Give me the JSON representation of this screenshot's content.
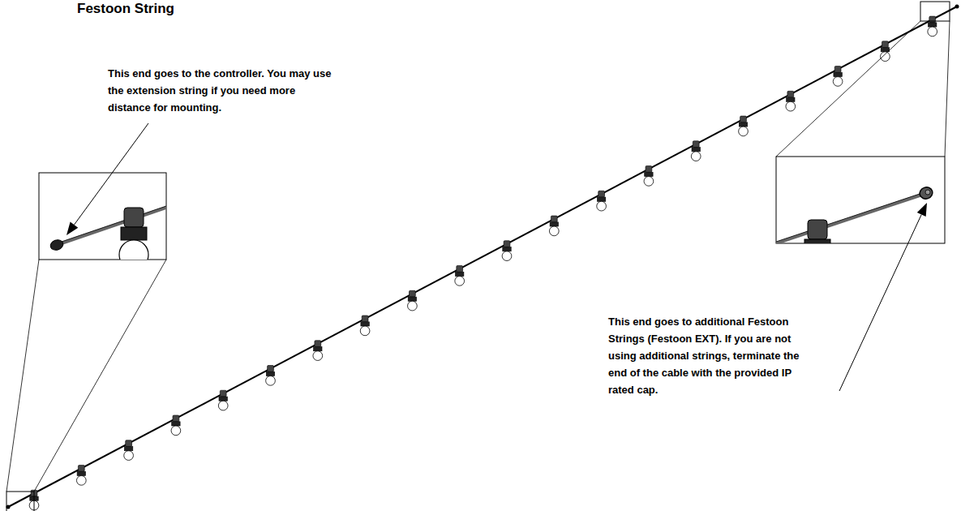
{
  "diagram": {
    "title": "Festoon String",
    "labels": [
      "This end goes to the controller. You may use the extension string if you need more distance for mounting.",
      "This end goes to additional Festoon Strings (Festoon EXT). If you are not using additional strings, terminate the end of the cable with the provided IP rated cap."
    ]
  }
}
